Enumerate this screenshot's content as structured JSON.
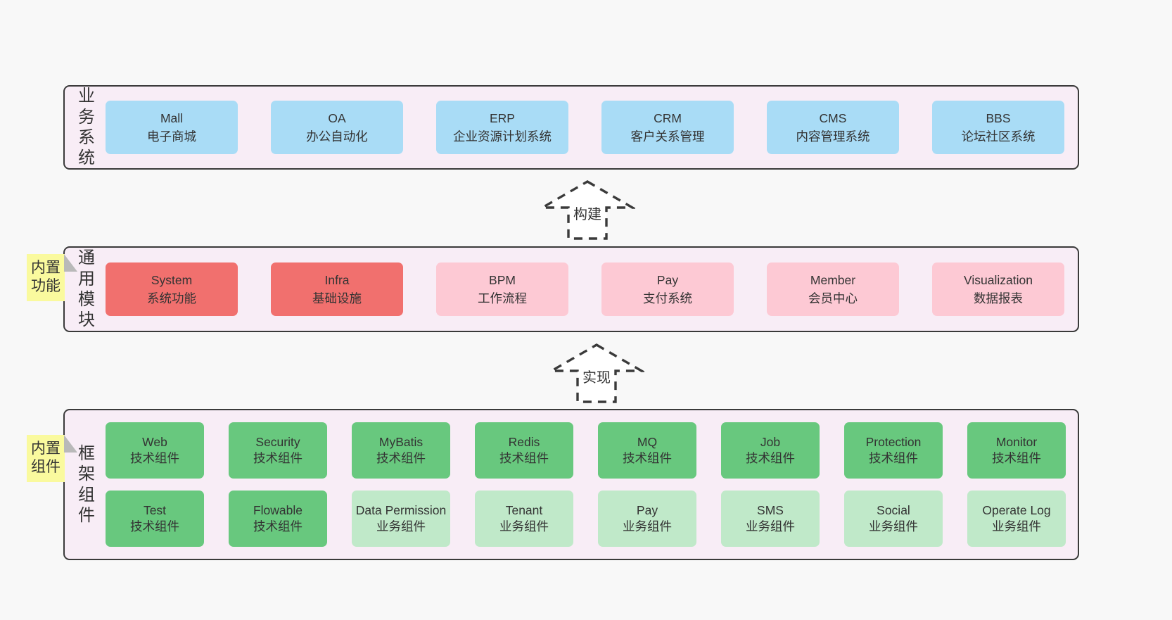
{
  "palette": {
    "page_bg": "#f8f8f8",
    "container_bg": "#f8edf6",
    "container_border": "#3a3a3a",
    "blue": "#a9dcf6",
    "red": "#f1706e",
    "pink": "#fdc9d4",
    "green": "#68c87e",
    "green_light": "#c0e9c9",
    "sticky": "#fafa9e",
    "sticky_fold": "#b9b9b9",
    "text": "#333333"
  },
  "sections": {
    "business": {
      "side_label": "业务系统",
      "boxes": [
        {
          "name": "Mall",
          "desc": "电子商城",
          "variant": "blue"
        },
        {
          "name": "OA",
          "desc": "办公自动化",
          "variant": "blue"
        },
        {
          "name": "ERP",
          "desc": "企业资源计划系统",
          "variant": "blue"
        },
        {
          "name": "CRM",
          "desc": "客户关系管理",
          "variant": "blue"
        },
        {
          "name": "CMS",
          "desc": "内容管理系统",
          "variant": "blue"
        },
        {
          "name": "BBS",
          "desc": "论坛社区系统",
          "variant": "blue"
        }
      ]
    },
    "modules": {
      "side_label": "通用模块",
      "sticky": "内置功能",
      "boxes": [
        {
          "name": "System",
          "desc": "系统功能",
          "variant": "red"
        },
        {
          "name": "Infra",
          "desc": "基础设施",
          "variant": "red"
        },
        {
          "name": "BPM",
          "desc": "工作流程",
          "variant": "pink"
        },
        {
          "name": "Pay",
          "desc": "支付系统",
          "variant": "pink"
        },
        {
          "name": "Member",
          "desc": "会员中心",
          "variant": "pink"
        },
        {
          "name": "Visualization",
          "desc": "数据报表",
          "variant": "pink"
        }
      ]
    },
    "components": {
      "side_label": "框架组件",
      "sticky": "内置组件",
      "rows": [
        [
          {
            "name": "Web",
            "desc": "技术组件",
            "variant": "green"
          },
          {
            "name": "Security",
            "desc": "技术组件",
            "variant": "green"
          },
          {
            "name": "MyBatis",
            "desc": "技术组件",
            "variant": "green"
          },
          {
            "name": "Redis",
            "desc": "技术组件",
            "variant": "green"
          },
          {
            "name": "MQ",
            "desc": "技术组件",
            "variant": "green"
          },
          {
            "name": "Job",
            "desc": "技术组件",
            "variant": "green"
          },
          {
            "name": "Protection",
            "desc": "技术组件",
            "variant": "green"
          },
          {
            "name": "Monitor",
            "desc": "技术组件",
            "variant": "green"
          }
        ],
        [
          {
            "name": "Test",
            "desc": "技术组件",
            "variant": "green"
          },
          {
            "name": "Flowable",
            "desc": "技术组件",
            "variant": "green"
          },
          {
            "name": "Data Permission",
            "desc": "业务组件",
            "variant": "green-light"
          },
          {
            "name": "Tenant",
            "desc": "业务组件",
            "variant": "green-light"
          },
          {
            "name": "Pay",
            "desc": "业务组件",
            "variant": "green-light"
          },
          {
            "name": "SMS",
            "desc": "业务组件",
            "variant": "green-light"
          },
          {
            "name": "Social",
            "desc": "业务组件",
            "variant": "green-light"
          },
          {
            "name": "Operate Log",
            "desc": "业务组件",
            "variant": "green-light"
          }
        ]
      ]
    }
  },
  "arrows": {
    "build": {
      "label": "构建"
    },
    "implement": {
      "label": "实现"
    }
  }
}
